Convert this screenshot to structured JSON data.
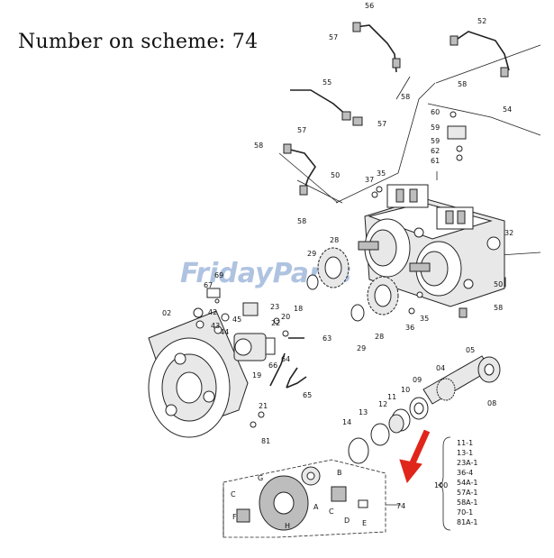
{
  "caption": "Number on scheme: 74",
  "watermark": "FridayParts",
  "accent_color": "#e0261b",
  "labels": {
    "l56": "56",
    "l57a": "57",
    "l57b": "57",
    "l57c": "57",
    "l58a": "58",
    "l58b": "58",
    "l58c": "58",
    "l58d": "58",
    "l52": "52",
    "l54": "54",
    "l55": "55",
    "l60": "60",
    "l59a": "59",
    "l59b": "59",
    "l62": "62",
    "l61": "61",
    "l50a": "50",
    "l50b": "50",
    "l35a": "35",
    "l35b": "35",
    "l37": "37",
    "l32": "32",
    "l29a": "29",
    "l29b": "29",
    "l28a": "28",
    "l28b": "28",
    "l36": "36",
    "l67": "67",
    "l69": "69",
    "l42": "42",
    "l02": "02",
    "l23": "23",
    "l45": "45",
    "l43": "43",
    "l44": "44",
    "l22": "22",
    "l20": "20",
    "l18": "18",
    "l63": "63",
    "l19": "19",
    "l66": "66",
    "l64": "64",
    "l65": "65",
    "l21": "21",
    "l81": "81",
    "l05": "05",
    "l08": "08",
    "l04": "04",
    "l09": "09",
    "l10": "10",
    "l11": "11",
    "l12": "12",
    "l13": "13",
    "l14": "14",
    "l74": "74",
    "lA": "A",
    "lB": "B",
    "lC": "C",
    "lD": "D",
    "lE": "E",
    "lF": "F",
    "lG": "G",
    "lH": "H",
    "lC2": "C",
    "l100": "100"
  },
  "kit_list": [
    "11-1",
    "13-1",
    "23A-1",
    "36-4",
    "54A-1",
    "57A-1",
    "58A-1",
    "70-1",
    "81A-1"
  ]
}
